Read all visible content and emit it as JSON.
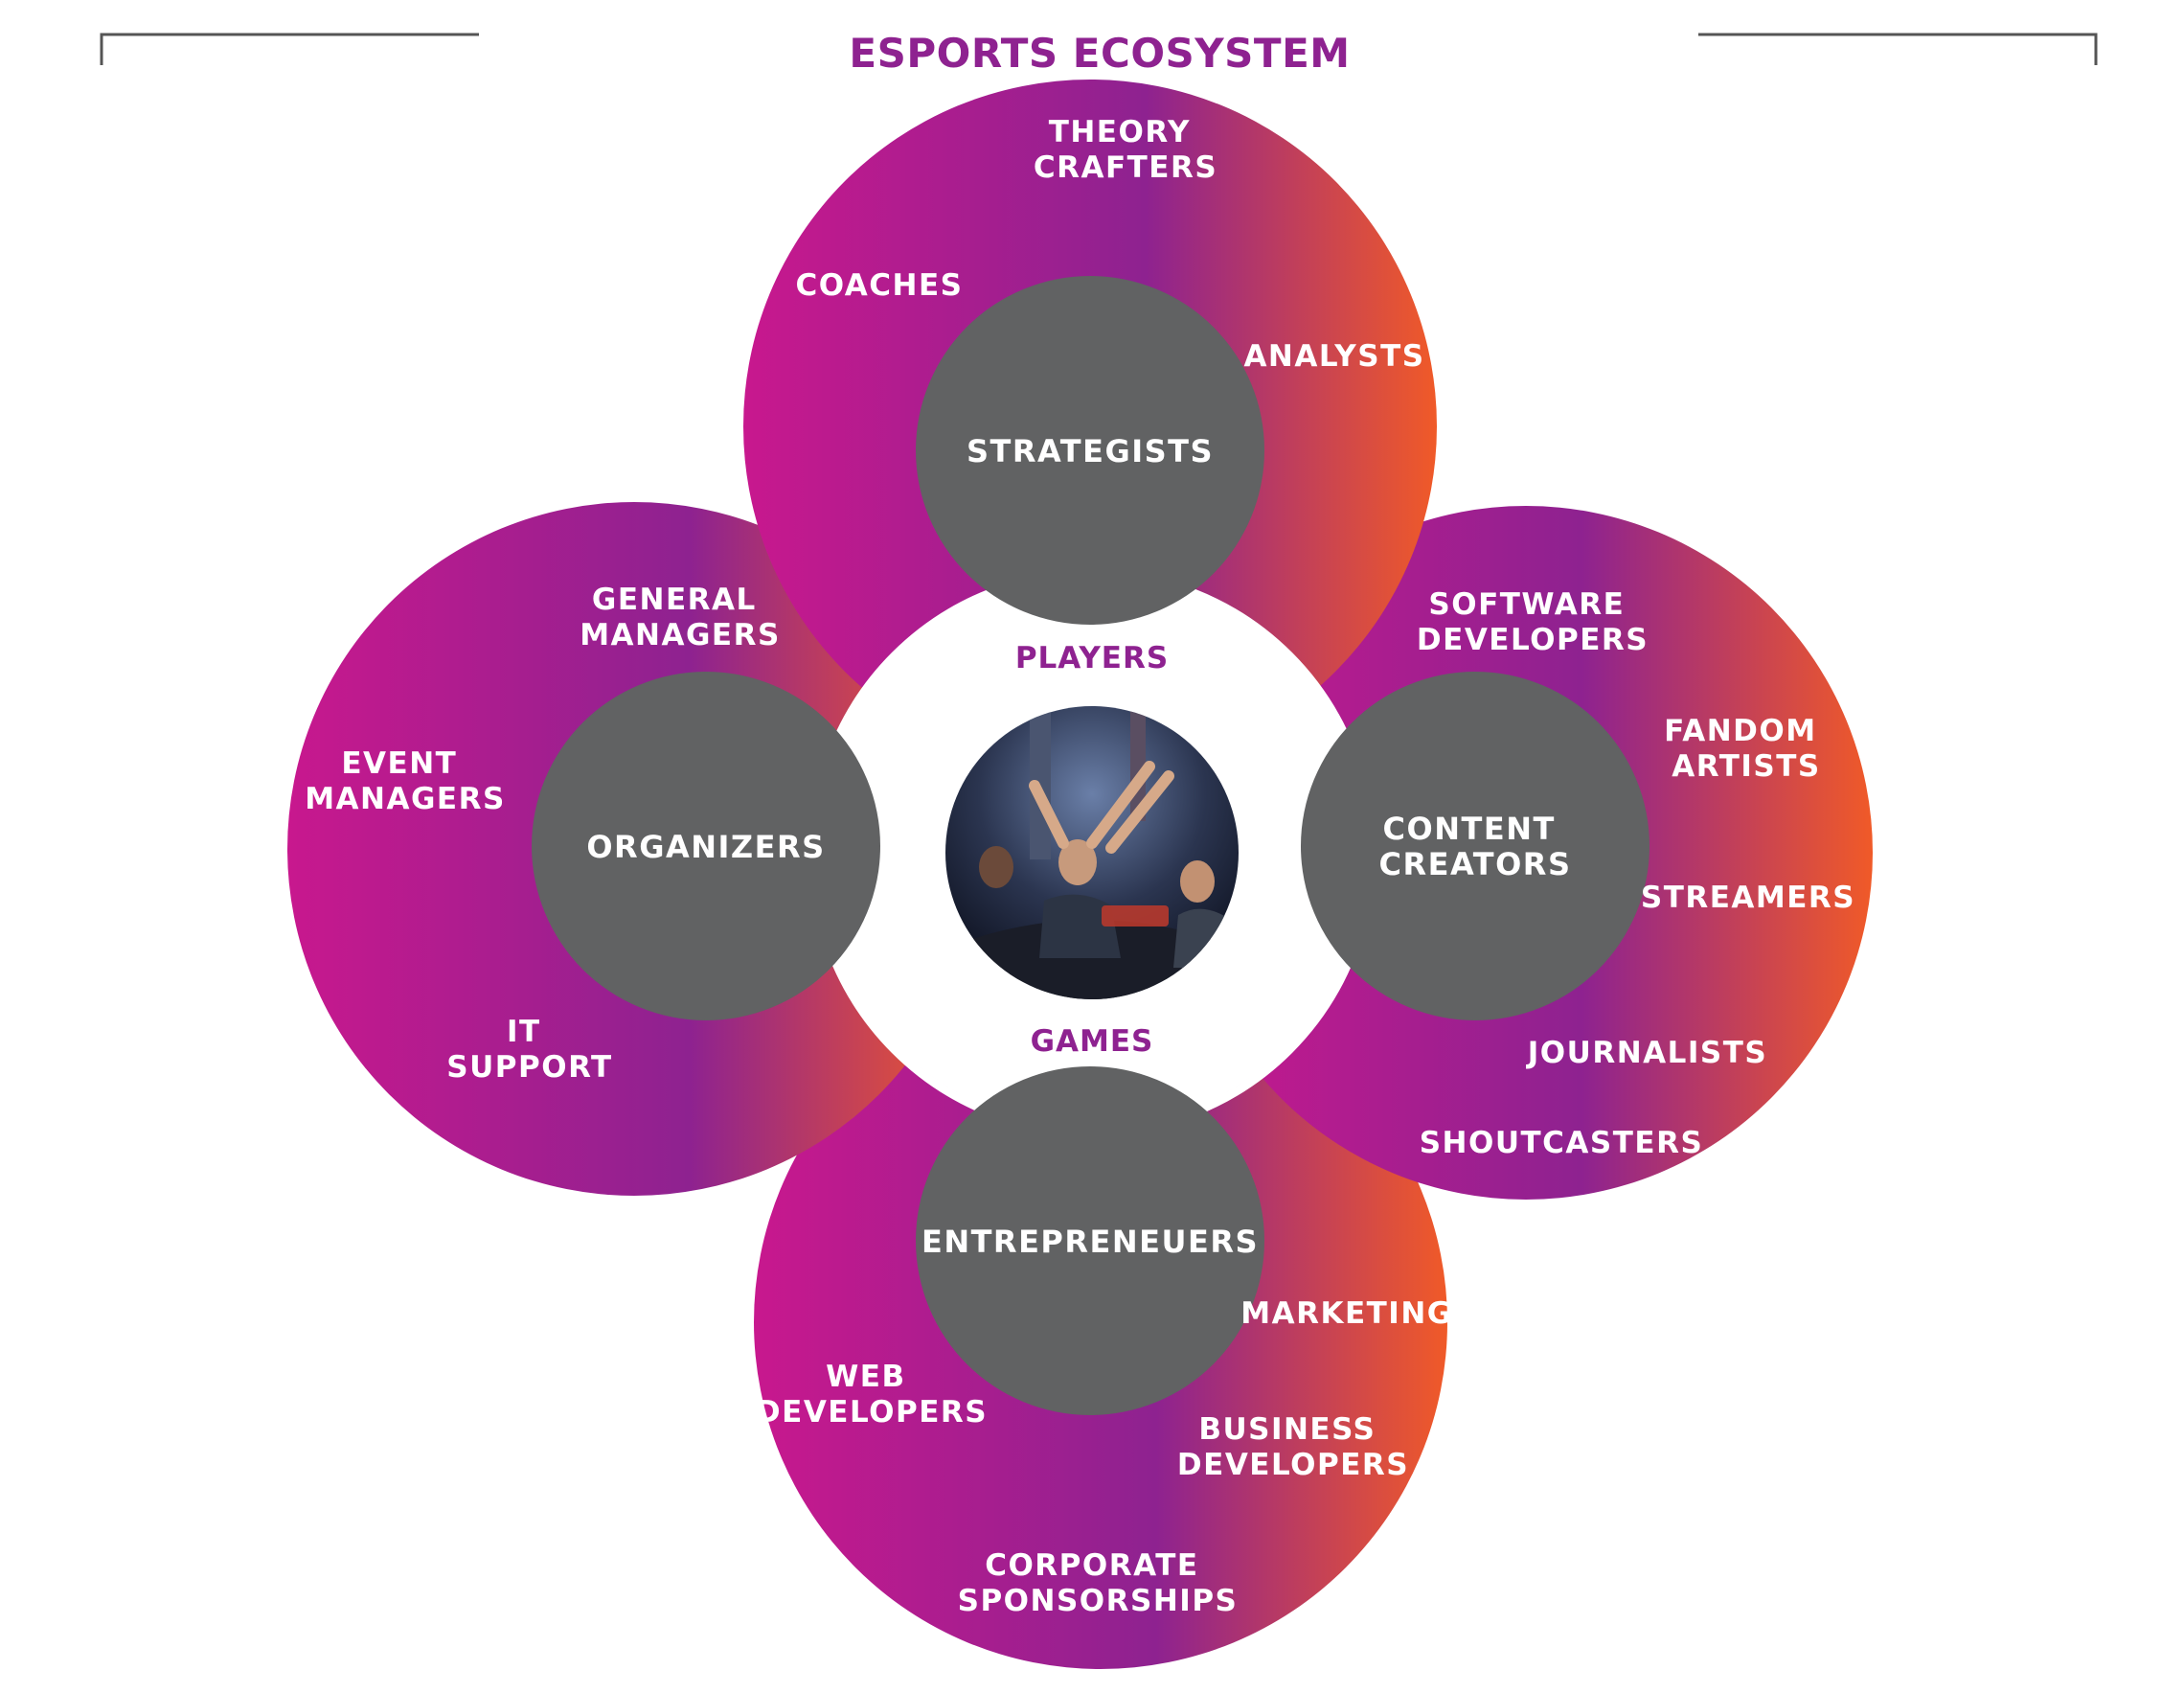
{
  "title": "ESPORTS ECOSYSTEM",
  "colors": {
    "title": "#8e2290",
    "gradient_left": "#c8188e",
    "gradient_mid": "#8e2290",
    "gradient_right": "#f05a28",
    "hub": "#616263",
    "ring_label": "#8e2290",
    "frame": "#555555"
  },
  "center": {
    "top_label": "PLAYERS",
    "bottom_label": "GAMES",
    "photo": "esports-players-celebrating-photo"
  },
  "petals": [
    {
      "id": "top",
      "hub": [
        "STRATEGISTS"
      ],
      "roles": [
        [
          "THEORY",
          "CRAFTERS"
        ],
        [
          "COACHES"
        ],
        [
          "ANALYSTS"
        ]
      ]
    },
    {
      "id": "left",
      "hub": [
        "ORGANIZERS"
      ],
      "roles": [
        [
          "GENERAL",
          "MANAGERS"
        ],
        [
          "EVENT",
          "MANAGERS"
        ],
        [
          "IT",
          "SUPPORT"
        ]
      ]
    },
    {
      "id": "right",
      "hub": [
        "CONTENT",
        "CREATORS"
      ],
      "roles": [
        [
          "SOFTWARE",
          "DEVELOPERS"
        ],
        [
          "FANDOM",
          "ARTISTS"
        ],
        [
          "STREAMERS"
        ],
        [
          "JOURNALISTS"
        ],
        [
          "SHOUTCASTERS"
        ]
      ]
    },
    {
      "id": "bottom",
      "hub": [
        "ENTREPRENEUERS"
      ],
      "roles": [
        [
          "MARKETING"
        ],
        [
          "WEB",
          "DEVELOPERS"
        ],
        [
          "BUSINESS",
          "DEVELOPERS"
        ],
        [
          "CORPORATE",
          "SPONSORSHIPS"
        ]
      ]
    }
  ]
}
